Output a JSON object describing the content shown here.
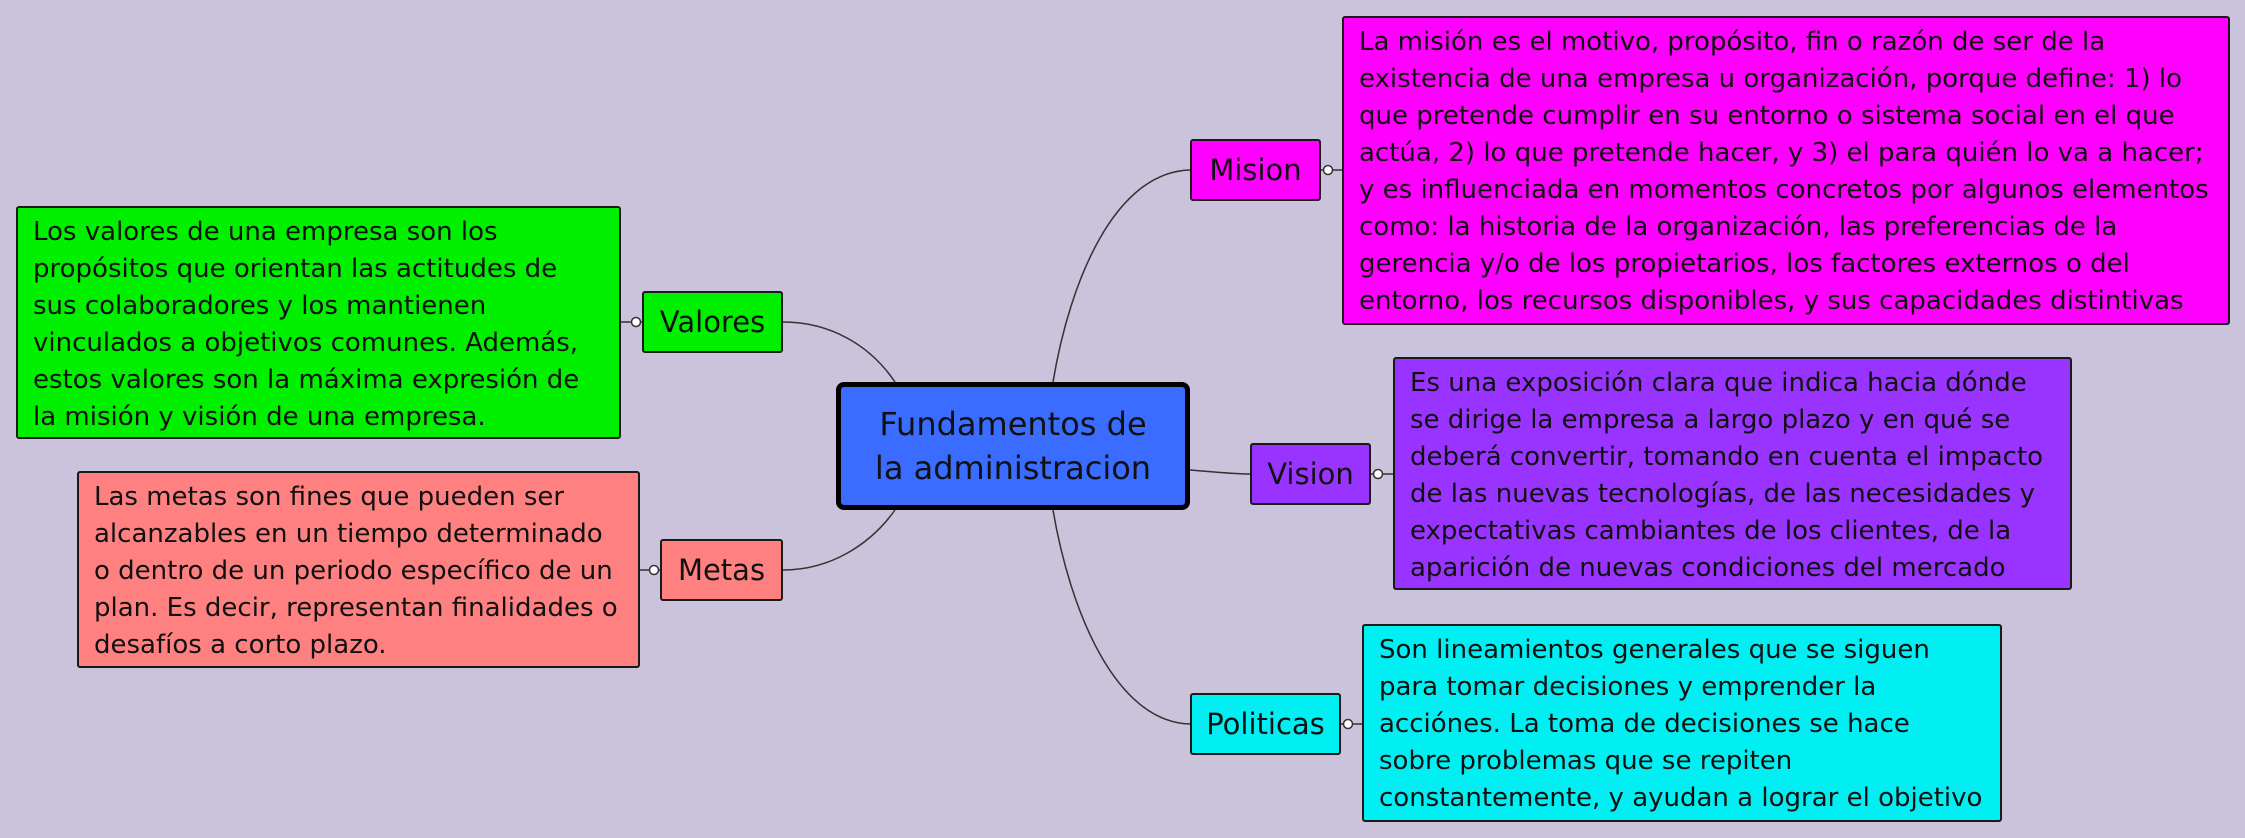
{
  "colors": {
    "background": "#cbc3dc",
    "central": "#3a6cff",
    "mision": "#ff00ff",
    "vision": "#9933ff",
    "politicas": "#00eff2",
    "valores": "#00f000",
    "metas": "#ff8080"
  },
  "central": {
    "title": "Fundamentos de\nla administracion"
  },
  "branches": {
    "mision": {
      "label": "Mision",
      "text": "La misión es el motivo, propósito, fin o razón de ser de la existencia de una empresa u organización, porque define: 1) lo que pretende cumplir en su entorno o sistema social en el que actúa, 2) lo que pretende hacer, y 3) el para quién lo va a hacer; y es influenciada en momentos concretos por algunos elementos como: la historia de la organización, las preferencias de la gerencia y/o de los propietarios, los factores externos o del entorno, los recursos disponibles, y sus capacidades distintivas"
    },
    "vision": {
      "label": "Vision",
      "text": "Es una exposición clara que indica hacia dónde se dirige la empresa a largo plazo y en qué se deberá convertir, tomando en cuenta el impacto de las nuevas tecnologías, de las necesidades y expectativas cambiantes de los clientes, de la aparición de nuevas condiciones del mercado"
    },
    "politicas": {
      "label": "Politicas",
      "text": "Son lineamientos generales que se siguen para tomar decisiones y emprender la acciónes. La toma de decisiones se hace sobre problemas que se repiten constantemente, y ayudan a lograr el objetivo"
    },
    "valores": {
      "label": "Valores",
      "text": "Los valores de una empresa son los propósitos que orientan las actitudes de sus colaboradores y los mantienen vinculados a objetivos comunes. Además, estos valores son la máxima expresión de la misión y visión de una empresa."
    },
    "metas": {
      "label": "Metas",
      "text": "Las metas son fines que pueden ser alcanzables en un tiempo determinado o dentro de un periodo específico de un plan. Es decir, representan finalidades o desafíos a corto plazo."
    }
  }
}
